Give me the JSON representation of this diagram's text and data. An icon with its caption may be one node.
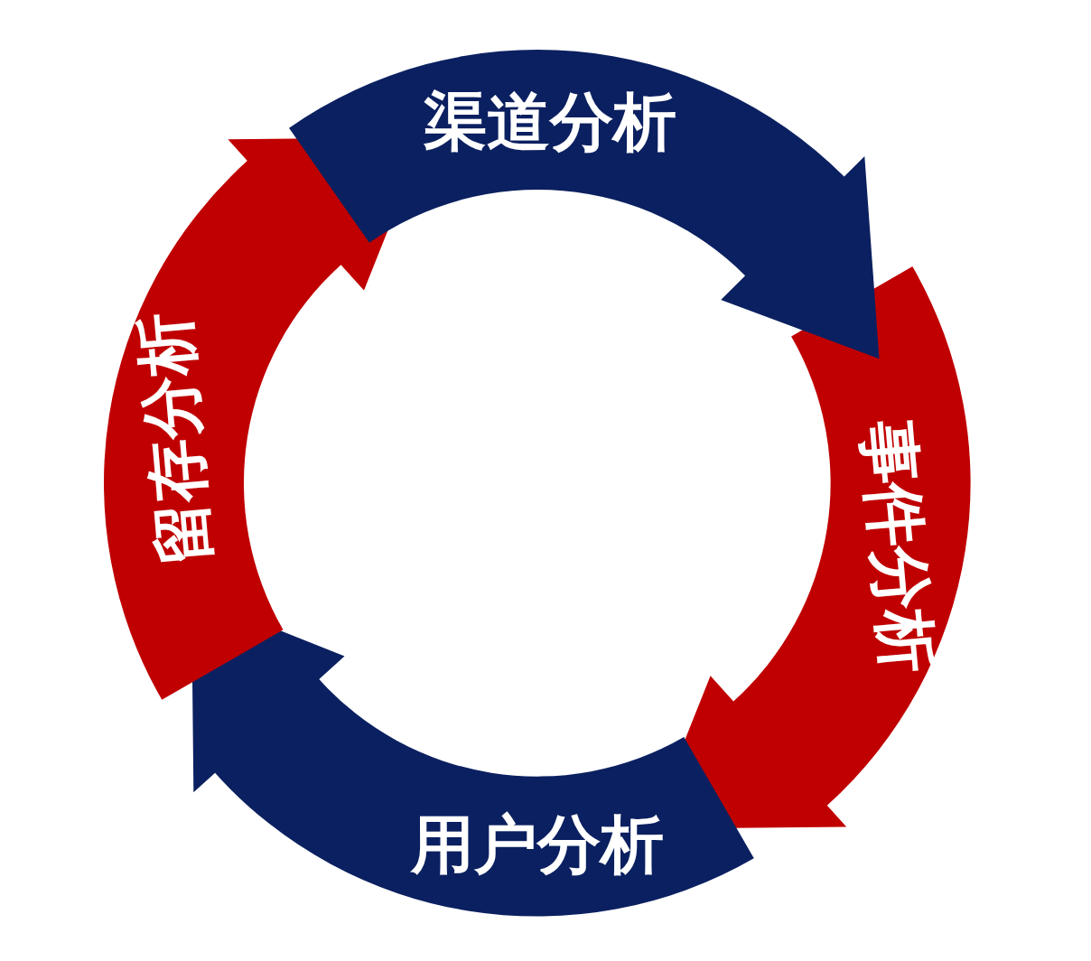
{
  "diagram": {
    "nodes": [
      {
        "text": [
          "渠道分析"
        ]
      },
      {
        "text": [
          "事件分析"
        ]
      },
      {
        "text": [
          "用户分析"
        ]
      },
      {
        "text": [
          "留存分析"
        ]
      }
    ]
  }
}
